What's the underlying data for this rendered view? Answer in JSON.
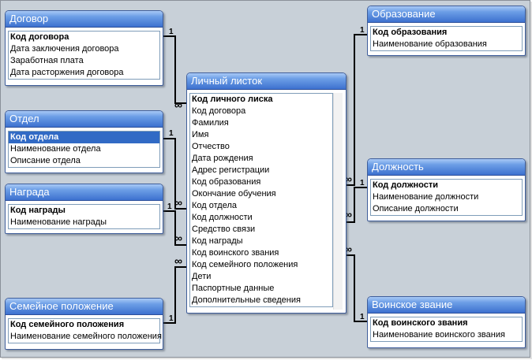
{
  "tables": {
    "dogovor": {
      "title": "Договор",
      "fields": [
        "Код договора",
        "Дата заключения договора",
        "Заработная плата",
        "Дата расторжения договора"
      ]
    },
    "otdel": {
      "title": "Отдел",
      "fields": [
        "Код отдела",
        "Наименование отдела",
        "Описание отдела"
      ]
    },
    "nagrada": {
      "title": "Награда",
      "fields": [
        "Код награды",
        "Наименование награды"
      ]
    },
    "semeynoe": {
      "title": "Семейное положение",
      "fields": [
        "Код семейного положения",
        "Наименование семейного положения"
      ]
    },
    "lichny": {
      "title": "Личный листок",
      "fields": [
        "Код личного лиска",
        "Код договора",
        "Фамилия",
        "Имя",
        "Отчество",
        "Дата рождения",
        "Адрес регистрации",
        "Код образования",
        "Окончание обучения",
        "Код отдела",
        "Код должности",
        "Средство связи",
        "Код награды",
        "Код воинского звания",
        "Код семейного положения",
        "Дети",
        "Паспортные данные",
        "Дополнительные сведения"
      ]
    },
    "obrazovanie": {
      "title": "Образование",
      "fields": [
        "Код образования",
        "Наименование образования"
      ]
    },
    "dolzhnost": {
      "title": "Должность",
      "fields": [
        "Код должности",
        "Наименование должности",
        "Описание должности"
      ]
    },
    "voinskoe": {
      "title": "Воинское звание",
      "fields": [
        "Код воинского звания",
        "Наименование воинского звания"
      ]
    }
  },
  "relationship_labels": {
    "one": "1",
    "many": "∞"
  },
  "colors": {
    "title_bar": "#3d71cf",
    "selection": "#316ac5",
    "canvas": "#c8d0d8"
  }
}
